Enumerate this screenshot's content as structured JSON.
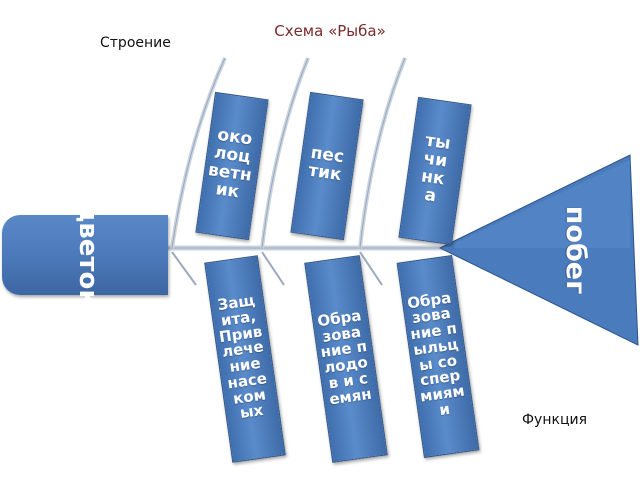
{
  "title": "Схема «Рыба»",
  "labels": {
    "structure": "Строение",
    "function": "Функция"
  },
  "head": {
    "text": "цветок"
  },
  "tail": {
    "text": "побег"
  },
  "top_bones": [
    {
      "text": "околоцветник"
    },
    {
      "text": "пестик"
    },
    {
      "text": "тычинка"
    }
  ],
  "bottom_bones": [
    {
      "text": "Защита, Привлечение насекомых"
    },
    {
      "text": "Образование плодов и семян"
    },
    {
      "text": "Образование пыльцы со спермиями"
    }
  ],
  "colors": {
    "box": "#4a7bbd",
    "box_border": "#2c5487",
    "line": "#9aa9bd",
    "title": "#7a2a2a"
  }
}
